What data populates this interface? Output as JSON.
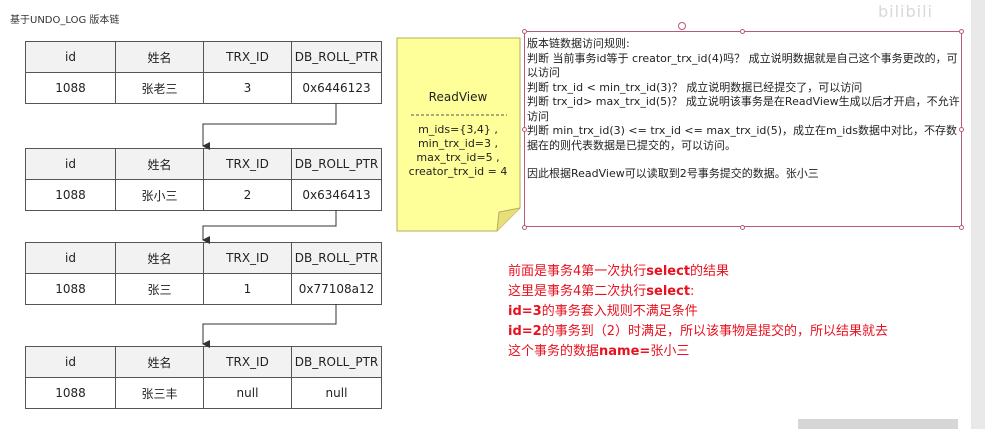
{
  "watermark": "bilibili",
  "heading": "基于UNDO_LOG 版本链",
  "columns": [
    "id",
    "姓名",
    "TRX_ID",
    "DB_ROLL_PTR"
  ],
  "records": [
    {
      "id": "1088",
      "name": "张老三",
      "trx_id": "3",
      "roll_ptr": "0x6446123"
    },
    {
      "id": "1088",
      "name": "张小三",
      "trx_id": "2",
      "roll_ptr": "0x6346413"
    },
    {
      "id": "1088",
      "name": "张三",
      "trx_id": "1",
      "roll_ptr": "0x77108a12"
    },
    {
      "id": "1088",
      "name": "张三丰",
      "trx_id": "null",
      "roll_ptr": "null"
    }
  ],
  "readview": {
    "title": "ReadView",
    "m_ids": "m_ids={3,4} ,",
    "min_trx_id": "min_trx_id=3 ,",
    "max_trx_id": "max_trx_id=5 ,",
    "creator": "creator_trx_id = 4"
  },
  "rules": {
    "title": "版本链数据访问规则:",
    "r1": "判断 当前事务id等于 creator_trx_id(4)吗？ 成立说明数据就是自己这个事务更改的，可以访问",
    "r2": "判断 trx_id < min_trx_id(3)？ 成立说明数据已经提交了，可以访问",
    "r3": "判断 trx_id> max_trx_id(5)？ 成立说明该事务是在ReadView生成以后才开启，不允许访问",
    "r4": "判断 min_trx_id(3) <= trx_id <= max_trx_id(5)，成立在m_ids数据中对比，不存数据在的则代表数据是已提交的，可以访问。",
    "conclusion": "因此根据ReadView可以读取到2号事务提交的数据。张小三"
  },
  "result": {
    "line1_a": "前面是事务4第一次执行",
    "line1_b": "select",
    "line1_c": "的结果",
    "line2_a": "这里是事务4第二次执行",
    "line2_b": "select",
    "line2_c": ":",
    "line3_a": "id=3",
    "line3_b": "的事务套入规则不满足条件",
    "line4_a": "id=2",
    "line4_b": "的事务到（2）时满足，所以该事物是提交的，所以结果就去",
    "line5_a": "这个事务的数据",
    "line5_b": "name=",
    "line5_c": "张小三"
  },
  "colors": {
    "note_fill": "#ffff99",
    "note_border": "#b5ad5a",
    "result_text": "#e8111f",
    "selection": "#b85b75"
  }
}
